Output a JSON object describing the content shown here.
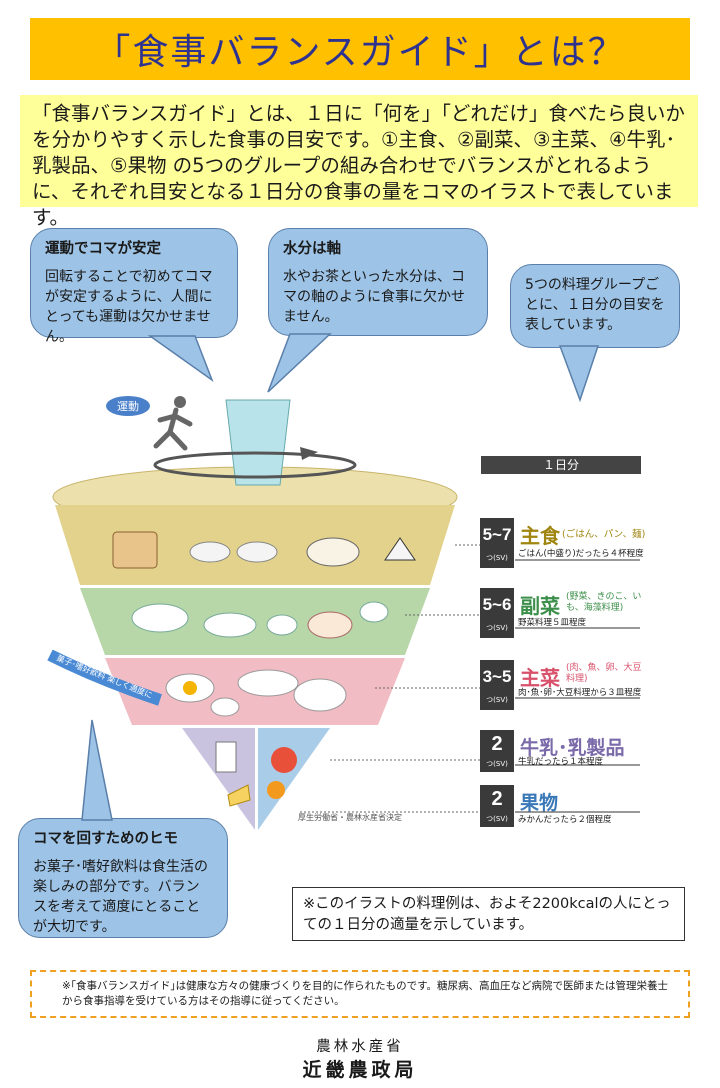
{
  "title": "「食事バランスガイド」とは？",
  "intro": "「食事バランスガイド」とは、１日に「何を」「どれだけ」食べたら良いかを分かりやすく示した食事の目安です。①主食、②副菜、③主菜、④牛乳･乳製品、⑤果物 の5つのグループの組み合わせでバランスがとれるように、それぞれ目安となる１日分の食事の量をコマのイラストで表しています。",
  "bubbles": {
    "exercise": {
      "head": "運動でコマが安定",
      "body": "回転することで初めてコマが安定するように、人間にとっても運動は欠かせません。"
    },
    "water": {
      "head": "水分は軸",
      "body": "水やお茶といった水分は、コマの軸のように食事に欠かせません。"
    },
    "groups": {
      "body": "5つの料理グループごとに、１日分の目安を表しています。"
    },
    "string": {
      "head": "コマを回すためのヒモ",
      "body": "お菓子･嗜好飲料は食生活の楽しみの部分です。バランスを考えて適度にとることが大切です。"
    }
  },
  "diagram": {
    "exercise_label": "運動",
    "string_label": "菓子･嗜好飲料 楽しく適度に",
    "day_header": "１日分",
    "credit": "厚生労働省・農林水産省決定",
    "sv_unit": "つ(SV)",
    "groups": [
      {
        "serving": "5~7",
        "name": "主食",
        "sub": "(ごはん、パン、麺)",
        "desc": "ごはん(中盛り)だったら４杯程度",
        "color": "#e3d28c"
      },
      {
        "serving": "5~6",
        "name": "副菜",
        "sub": "(野菜、きのこ、いも、海藻料理)",
        "desc": "野菜料理５皿程度",
        "color": "#b8d7a8"
      },
      {
        "serving": "3~5",
        "name": "主菜",
        "sub": "(肉、魚、卵、大豆料理)",
        "desc": "肉･魚･卵･大豆料理から３皿程度",
        "color": "#f2bcc4"
      },
      {
        "serving": "2",
        "name": "牛乳･乳製品",
        "sub": "",
        "desc": "牛乳だったら１本程度",
        "color": "#c9c3e0"
      },
      {
        "serving": "2",
        "name": "果物",
        "sub": "",
        "desc": "みかんだったら２個程度",
        "color": "#a9cce8"
      }
    ]
  },
  "note": "※このイラストの料理例は、およそ2200kcalの人にとっての１日分の適量を示しています。",
  "disclaimer": "※｢食事バランスガイド｣は健康な方々の健康づくりを目的に作られたものです。糖尿病、高血圧など病院で医師または管理栄養士から食事指導を受けている方はその指導に従ってください。",
  "footer": {
    "ministry": "農林水産省",
    "bureau": "近畿農政局"
  }
}
